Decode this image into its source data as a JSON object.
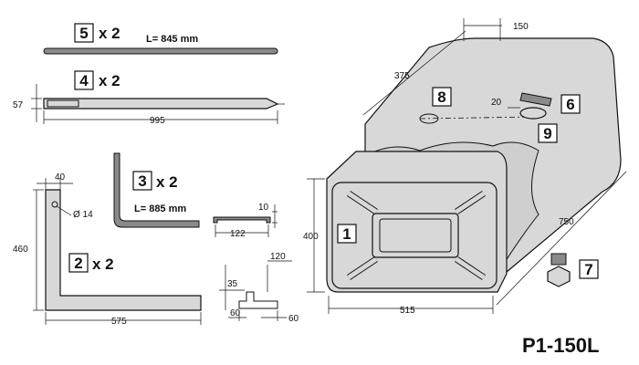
{
  "title": "P1-150L",
  "parts": {
    "p1": {
      "num": "1"
    },
    "p2": {
      "num": "2",
      "qty": "x 2"
    },
    "p3": {
      "num": "3",
      "qty": "x 2",
      "length": "L= 885 mm"
    },
    "p4": {
      "num": "4",
      "qty": "x 2"
    },
    "p5": {
      "num": "5",
      "qty": "x 2",
      "length": "L= 845 mm"
    },
    "p6": {
      "num": "6"
    },
    "p7": {
      "num": "7"
    },
    "p8": {
      "num": "8"
    },
    "p9": {
      "num": "9"
    }
  },
  "dims": {
    "d57": "57",
    "d995": "995",
    "d40": "40",
    "d14": "Ø 14",
    "d460": "460",
    "d575": "575",
    "d10": "10",
    "d122": "122",
    "d120": "120",
    "d35": "35",
    "d60a": "60",
    "d60b": "60",
    "d150": "150",
    "d375": "375",
    "d20": "20",
    "d400": "400",
    "d515": "515",
    "d750": "750"
  }
}
